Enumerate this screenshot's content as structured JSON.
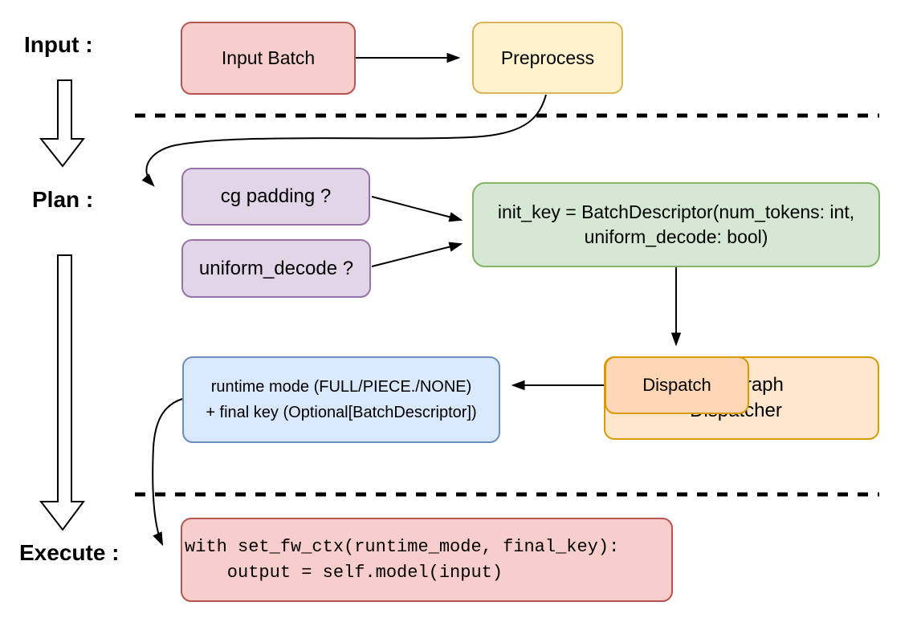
{
  "stages": {
    "input_label": "Input :",
    "plan_label": "Plan :",
    "execute_label": "Execute :"
  },
  "nodes": {
    "input_batch": {
      "label": "Input Batch"
    },
    "preprocess": {
      "label": "Preprocess"
    },
    "cg_padding": {
      "label": "cg padding ?"
    },
    "uniform_decode": {
      "label": "uniform_decode ?"
    },
    "init_key": {
      "line1": "init_key = BatchDescriptor(num_tokens: int,",
      "line2": "uniform_decode: bool)"
    },
    "dispatch": {
      "label": "Dispatch"
    },
    "cudagraph_dispatcher": {
      "line1": "Cudagraph",
      "line2": "Dispatcher"
    },
    "runtime_result": {
      "line1": "runtime mode (FULL/PIECE./NONE)",
      "line2": "+ final key (Optional[BatchDescriptor])"
    },
    "execute_code": {
      "line1": "with set_fw_ctx(runtime_mode, final_key):",
      "line2": "    output = self.model(input)"
    }
  },
  "colors": {
    "pink_fill": "#f8cecc",
    "pink_stroke": "#b85450",
    "yellow_fill": "#fff2cc",
    "yellow_stroke": "#d6b656",
    "purple_fill": "#e1d5e7",
    "purple_stroke": "#9673a6",
    "green_fill": "#d5e8d4",
    "green_stroke": "#82b366",
    "blue_fill": "#dae8fc",
    "blue_stroke": "#6c8ebf",
    "orange_fill": "#ffe6cc",
    "orange_stroke": "#d79b00",
    "dispatch_fill": "#fcd6b5",
    "connector": "#000000"
  }
}
